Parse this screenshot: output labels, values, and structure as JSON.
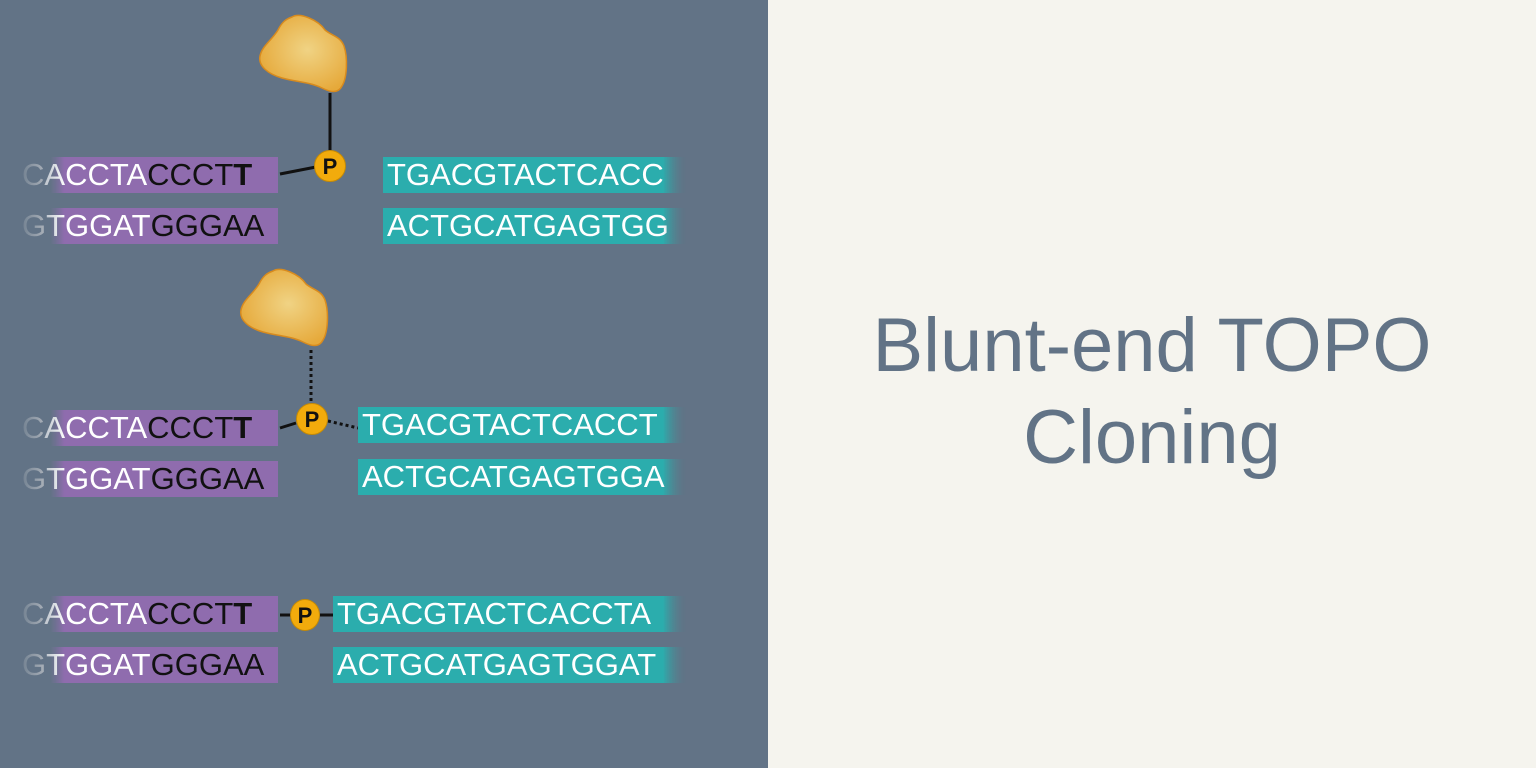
{
  "title": {
    "line1": "Blunt-end TOPO",
    "line2": "Cloning"
  },
  "colors": {
    "left_background": "#627386",
    "right_background": "#f5f4ee",
    "title_text": "#627386",
    "insert_strand": "#8f6cae",
    "vector_strand": "#2badad",
    "phosphate": "#f2ab0c",
    "topoisomerase": "#e8b24a"
  },
  "phosphate_label": "P",
  "panels": [
    {
      "stage": "covalent-intermediate",
      "insert_top": {
        "faded": "C",
        "light": "ACCTA",
        "dark": "CCCT",
        "bold": "T"
      },
      "insert_bottom": {
        "faded": "G",
        "light": "TGGAT",
        "dark": "GGGAA"
      },
      "vector_top": {
        "text": "TGACGTACTCAC",
        "faded": "C"
      },
      "vector_bottom": {
        "text": "ACTGCATGAGTG",
        "faded": "G"
      }
    },
    {
      "stage": "ligation-attack",
      "insert_top": {
        "faded": "C",
        "light": "ACCTA",
        "dark": "CCCT",
        "bold": "T"
      },
      "insert_bottom": {
        "faded": "G",
        "light": "TGGAT",
        "dark": "GGGAA"
      },
      "vector_top": {
        "text": "TGACGTACTCACC",
        "faded": "T"
      },
      "vector_bottom": {
        "text": "ACTGCATGAGTGG",
        "faded": "A"
      }
    },
    {
      "stage": "ligated-product",
      "insert_top": {
        "faded": "C",
        "light": "ACCTA",
        "dark": "CCCT",
        "bold": "T"
      },
      "insert_bottom": {
        "faded": "G",
        "light": "TGGAT",
        "dark": "GGGAA"
      },
      "vector_top": {
        "text": "TGACGTACTCACCT",
        "faded": "A"
      },
      "vector_bottom": {
        "text": "ACTGCATGAGTGGA",
        "faded": "T"
      }
    }
  ]
}
